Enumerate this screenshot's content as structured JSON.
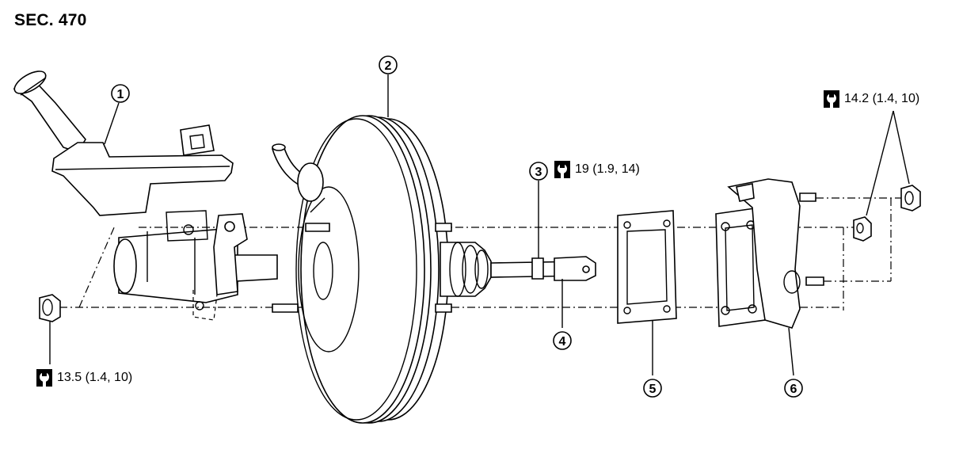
{
  "section": {
    "title": "SEC. 470"
  },
  "callouts": [
    {
      "number": "1"
    },
    {
      "number": "2"
    },
    {
      "number": "3"
    },
    {
      "number": "4"
    },
    {
      "number": "5"
    },
    {
      "number": "6"
    }
  ],
  "torque_specs": {
    "clevis_nut": "19 (1.9, 14)",
    "booster_nuts": "14.2 (1.4, 10)",
    "master_cylinder_nuts": "13.5 (1.4, 10)"
  },
  "icons": {
    "torque": "torque-wrench-icon"
  }
}
